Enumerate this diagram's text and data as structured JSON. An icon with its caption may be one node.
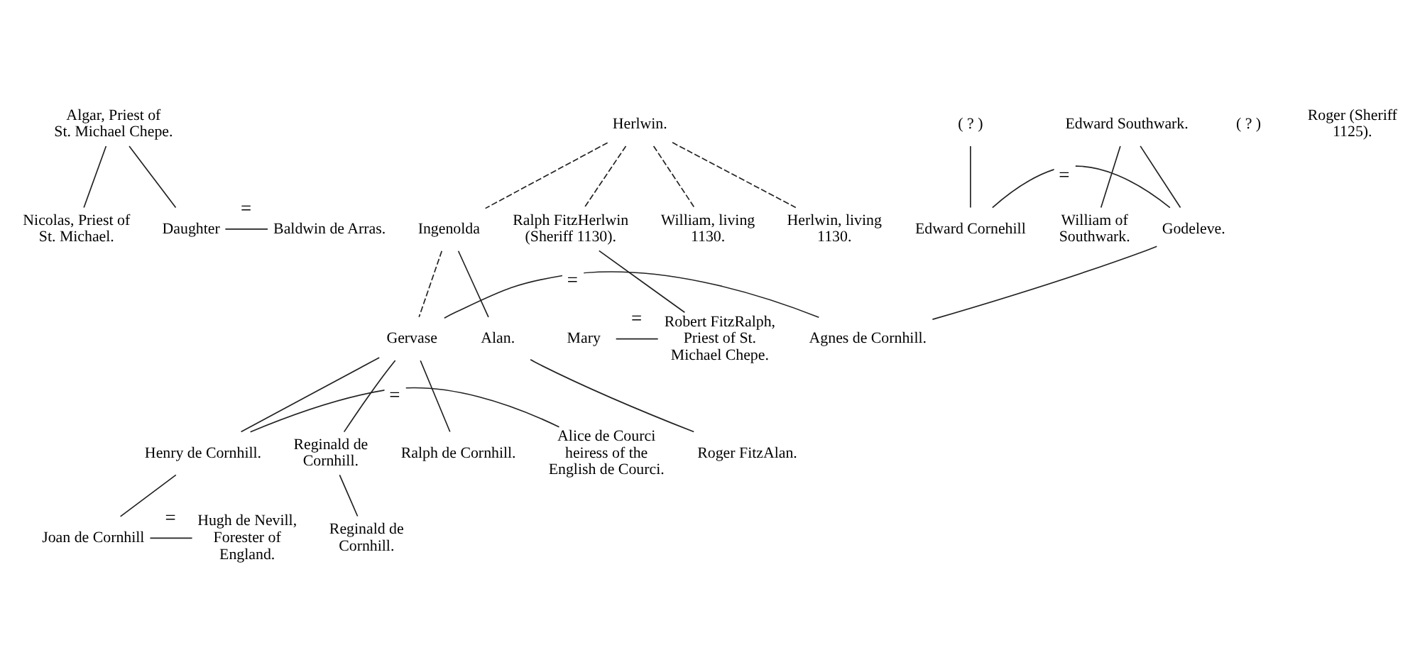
{
  "diagram": {
    "nodes": [
      {
        "text": [
          "Algar, Priest of St. Michael Chepe."
        ]
      },
      {
        "text": [
          "Nicolas, Priest of St. Michael."
        ]
      },
      {
        "text": [
          "Daughter"
        ]
      },
      {
        "text": [
          "Baldwin de Arras."
        ]
      },
      {
        "text": [
          "Herlwin."
        ]
      },
      {
        "text": [
          "Ralph FitzHerlwin (Sheriff 1130)."
        ]
      },
      {
        "text": [
          "William, living 1130."
        ]
      },
      {
        "text": [
          "Herlwin, living 1130."
        ]
      },
      {
        "text": [
          "Ingenolda"
        ]
      },
      {
        "text": [
          "Mary"
        ]
      },
      {
        "text": [
          "Robert FitzRalph, Priest of St. Michael Chepe."
        ]
      },
      {
        "text": [
          "( ? )"
        ]
      },
      {
        "text": [
          "Roger (Sheriff 1125)."
        ]
      },
      {
        "text": [
          "( ? )"
        ]
      },
      {
        "text": [
          "Edward Southwark."
        ]
      },
      {
        "text": [
          "Edward Cornehill"
        ]
      },
      {
        "text": [
          "Godeleve."
        ]
      },
      {
        "text": [
          "William of Southwark."
        ]
      },
      {
        "text": [
          "Alan."
        ]
      },
      {
        "text": [
          "Roger FitzAlan."
        ]
      },
      {
        "text": [
          "Gervase"
        ]
      },
      {
        "text": [
          "Agnes de Cornhill."
        ]
      },
      {
        "text": [
          "Alice de Courci heiress of the English de Courci."
        ]
      },
      {
        "text": [
          "Henry de Cornhill."
        ]
      },
      {
        "text": [
          "Reginald de Cornhill."
        ]
      },
      {
        "text": [
          "Ralph de Cornhill."
        ]
      },
      {
        "text": [
          "Joan de Cornhill"
        ]
      },
      {
        "text": [
          "Hugh de Nevill, Forester of England."
        ]
      },
      {
        "text": [
          "Reginald de Cornhill."
        ]
      }
    ],
    "edges": [
      {
        "from": 0,
        "to": 1,
        "arrow": "none"
      },
      {
        "from": 0,
        "to": 2,
        "arrow": "none"
      },
      {
        "from": 2,
        "to": 3,
        "arrow": "none",
        "label": "="
      },
      {
        "from": 4,
        "to": 5,
        "arrow": "none",
        "style": "dashed"
      },
      {
        "from": 4,
        "to": 6,
        "arrow": "none",
        "style": "dashed"
      },
      {
        "from": 4,
        "to": 7,
        "arrow": "none",
        "style": "dashed"
      },
      {
        "from": 4,
        "to": 8,
        "arrow": "none",
        "style": "dashed"
      },
      {
        "from": 5,
        "to": 10,
        "arrow": "none"
      },
      {
        "from": 9,
        "to": 10,
        "arrow": "none",
        "label": "="
      },
      {
        "from": 8,
        "to": 18,
        "arrow": "none"
      },
      {
        "from": 8,
        "to": 20,
        "arrow": "none",
        "style": "dashed"
      },
      {
        "from": 13,
        "to": 15,
        "arrow": "none"
      },
      {
        "from": 14,
        "to": 16,
        "arrow": "none"
      },
      {
        "from": 14,
        "to": 17,
        "arrow": "none"
      },
      {
        "from": 15,
        "to": 16,
        "arrow": "none",
        "label": "="
      },
      {
        "from": 18,
        "to": 19,
        "arrow": "none"
      },
      {
        "from": 16,
        "to": 21,
        "arrow": "none"
      },
      {
        "from": 20,
        "to": 21,
        "arrow": "none",
        "label": "="
      },
      {
        "from": 20,
        "to": 23,
        "arrow": "none"
      },
      {
        "from": 20,
        "to": 24,
        "arrow": "none"
      },
      {
        "from": 20,
        "to": 25,
        "arrow": "none"
      },
      {
        "from": 22,
        "to": 23,
        "arrow": "none",
        "label": "="
      },
      {
        "from": 23,
        "to": 26,
        "arrow": "none"
      },
      {
        "from": 26,
        "to": 27,
        "arrow": "none",
        "label": "="
      },
      {
        "from": 24,
        "to": 28,
        "arrow": "none"
      }
    ]
  }
}
